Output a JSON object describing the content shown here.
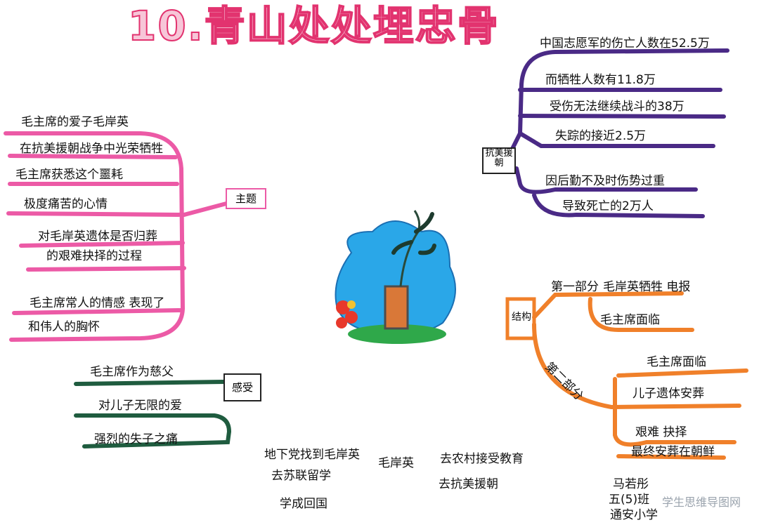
{
  "title": "10.青山处处埋忠骨",
  "colors": {
    "pink": "#ec5aa6",
    "purple": "#4a2a86",
    "orange": "#f0802a",
    "green": "#1f5c3f",
    "title_fill": "#f7c6d8",
    "title_stroke": "#e2336f"
  },
  "theme": {
    "label": "主题",
    "items": [
      "毛主席的爱子毛岸英",
      "在抗美援朝战争中光荣牺牲",
      "毛主席获悉这个噩耗",
      "极度痛苦的心情",
      "对毛岸英遗体是否归葬",
      "的艰难抉择的过程",
      "毛主席常人的情感 表现了",
      "和伟人的胸怀"
    ]
  },
  "feeling": {
    "label": "感受",
    "items": [
      "毛主席作为慈父",
      "对儿子无限的爱",
      "强烈的失子之痛"
    ]
  },
  "war": {
    "label": "抗美援朝",
    "items": [
      "中国志愿军的伤亡人数在52.5万",
      "而牺牲人数有11.8万",
      "受伤无法继续战斗的38万",
      "失踪的接近2.5万",
      "因后勤不及时伤势过重",
      "导致死亡的2万人"
    ]
  },
  "structure": {
    "label": "结构",
    "part1": "第一部分",
    "part1_items": [
      "毛岸英牺牲 电报",
      "毛主席面临"
    ],
    "part2": "第二部分",
    "part2_items": [
      "毛主席面临",
      "儿子遗体安葬",
      "艰难 抉择",
      "最终安葬在朝鲜"
    ]
  },
  "story": [
    "地下党找到毛岸英",
    "毛岸英",
    "去农村接受教育",
    "去苏联留学",
    "去抗美援朝",
    "学成回国"
  ],
  "authors": [
    "马若彤",
    "五(5)班",
    "通安小学"
  ],
  "watermark": "学生思维导图网"
}
